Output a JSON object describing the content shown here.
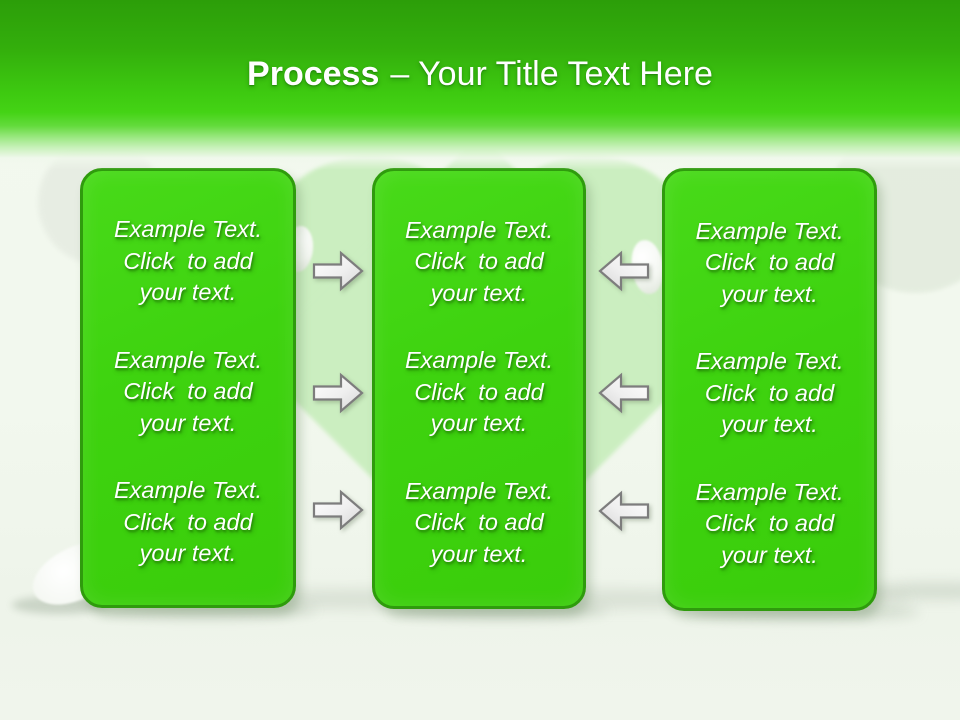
{
  "title": {
    "bold": "Process",
    "rest": "– Your Title Text Here"
  },
  "columns": [
    {
      "name": "left",
      "blocks": [
        {
          "text": "Example Text.\nClick  to add\nyour text."
        },
        {
          "text": "Example Text.\nClick  to add\nyour text."
        },
        {
          "text": "Example Text.\nClick  to add\nyour text."
        }
      ]
    },
    {
      "name": "center",
      "blocks": [
        {
          "text": "Example Text.\nClick  to add\nyour text."
        },
        {
          "text": "Example Text.\nClick  to add\nyour text."
        },
        {
          "text": "Example Text.\nClick  to add\nyour text."
        }
      ]
    },
    {
      "name": "right",
      "blocks": [
        {
          "text": "Example Text.\nClick  to add\nyour text."
        },
        {
          "text": "Example Text.\nClick  to add\nyour text."
        },
        {
          "text": "Example Text.\nClick  to add\nyour text."
        }
      ]
    }
  ],
  "arrows": {
    "left_gap_direction": "right",
    "right_gap_direction": "left",
    "rows_per_gap": 3
  },
  "colors": {
    "header_green_top": "#2c9e09",
    "header_green_mid": "#3fd011",
    "box_fill": "#3ed30f",
    "box_border": "#2f9b0d",
    "heart_tint": "#cbeec0",
    "arrow_fill": "#f0f0f0",
    "arrow_border": "#7d7d7d",
    "title_color": "#ffffff",
    "body_text_color": "#ffffff",
    "background": "#f2f8ee"
  }
}
